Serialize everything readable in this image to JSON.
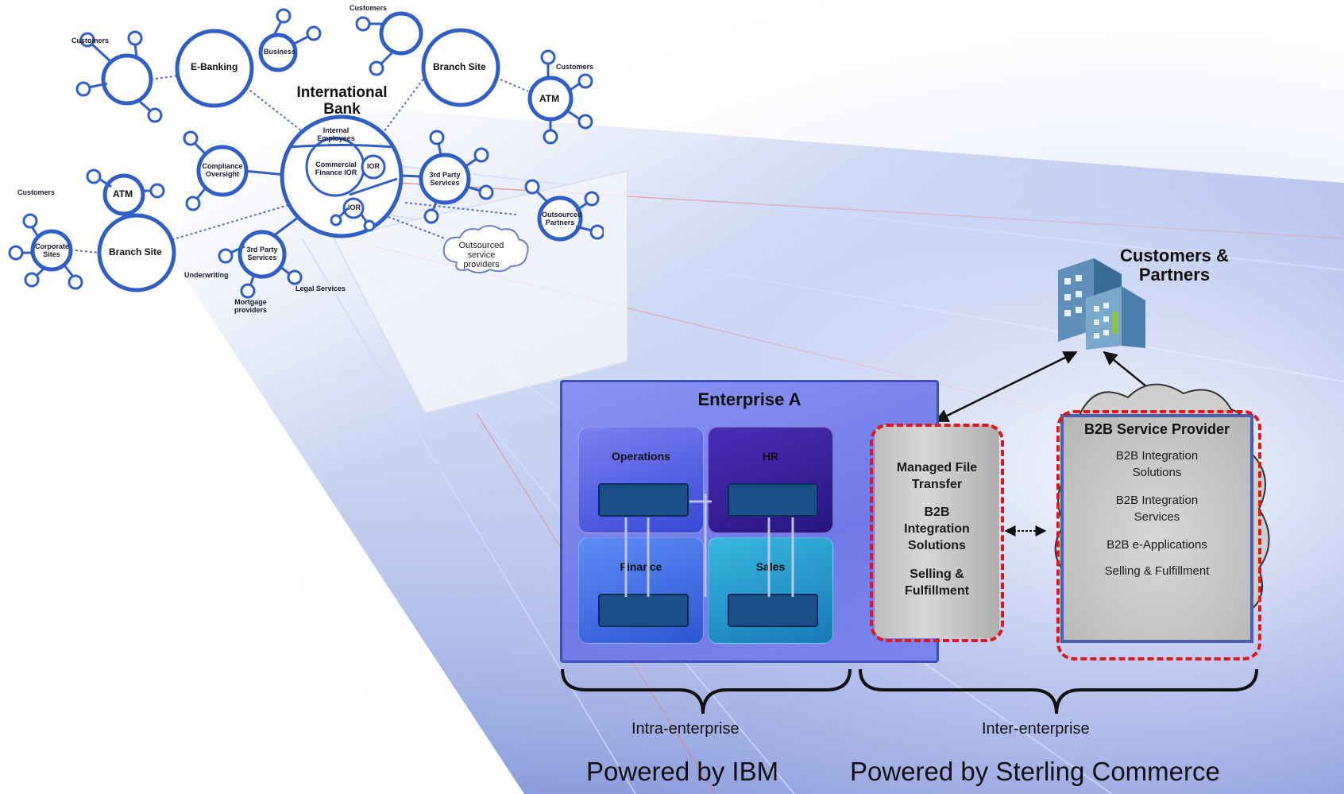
{
  "bank": {
    "title": "International Bank",
    "nodes": {
      "customers_top_left": "Customers",
      "e_banking": "E-Banking",
      "business": "Business",
      "customers_top": "Customers",
      "branch_site_top": "Branch Site",
      "customers_right": "Customers",
      "atm_right": "ATM",
      "internal_employees": "Internal Employees",
      "commercial_finance": "Commercial Finance IOR",
      "compliance_oversight": "Compliance Oversight",
      "small_ior": "IOR",
      "small_ior2": "IOR",
      "third_party_top": "3rd Party Services",
      "outsourced_partners": "Outsourced Partners",
      "customers_left": "Customers",
      "atm_left": "ATM",
      "corporate_sites": "Corporate Sites",
      "branch_site_left": "Branch Site",
      "third_party_bottom": "3rd Party Services",
      "underwriting": "Underwriting",
      "legal_services": "Legal Services",
      "mortgage_providers": "Mortgage providers",
      "outsourced_service": "Outsourced service providers"
    }
  },
  "customers_partners": {
    "line1": "Customers &",
    "line2": "Partners"
  },
  "enterprise": {
    "title": "Enterprise A",
    "departments": [
      "Operations",
      "HR",
      "Finance",
      "Sales"
    ]
  },
  "mft": {
    "items": [
      "Managed File",
      "Transfer",
      "B2B",
      "Integration",
      "Solutions",
      "Selling &",
      "Fulfillment"
    ]
  },
  "b2b": {
    "title": "B2B Service Provider",
    "items": [
      "B2B Integration",
      "Solutions",
      "B2B Integration",
      "Services",
      "B2B e-Applications",
      "Selling & Fulfillment"
    ]
  },
  "sections": {
    "intra": "Intra-enterprise",
    "inter": "Inter-enterprise"
  },
  "powered": {
    "ibm": "Powered by IBM",
    "sterling": "Powered by Sterling Commerce"
  },
  "colors": {
    "accent_blue": "#2f5fc4",
    "enterprise_fill": "#7d86ef",
    "dash_red": "#e2151b"
  }
}
